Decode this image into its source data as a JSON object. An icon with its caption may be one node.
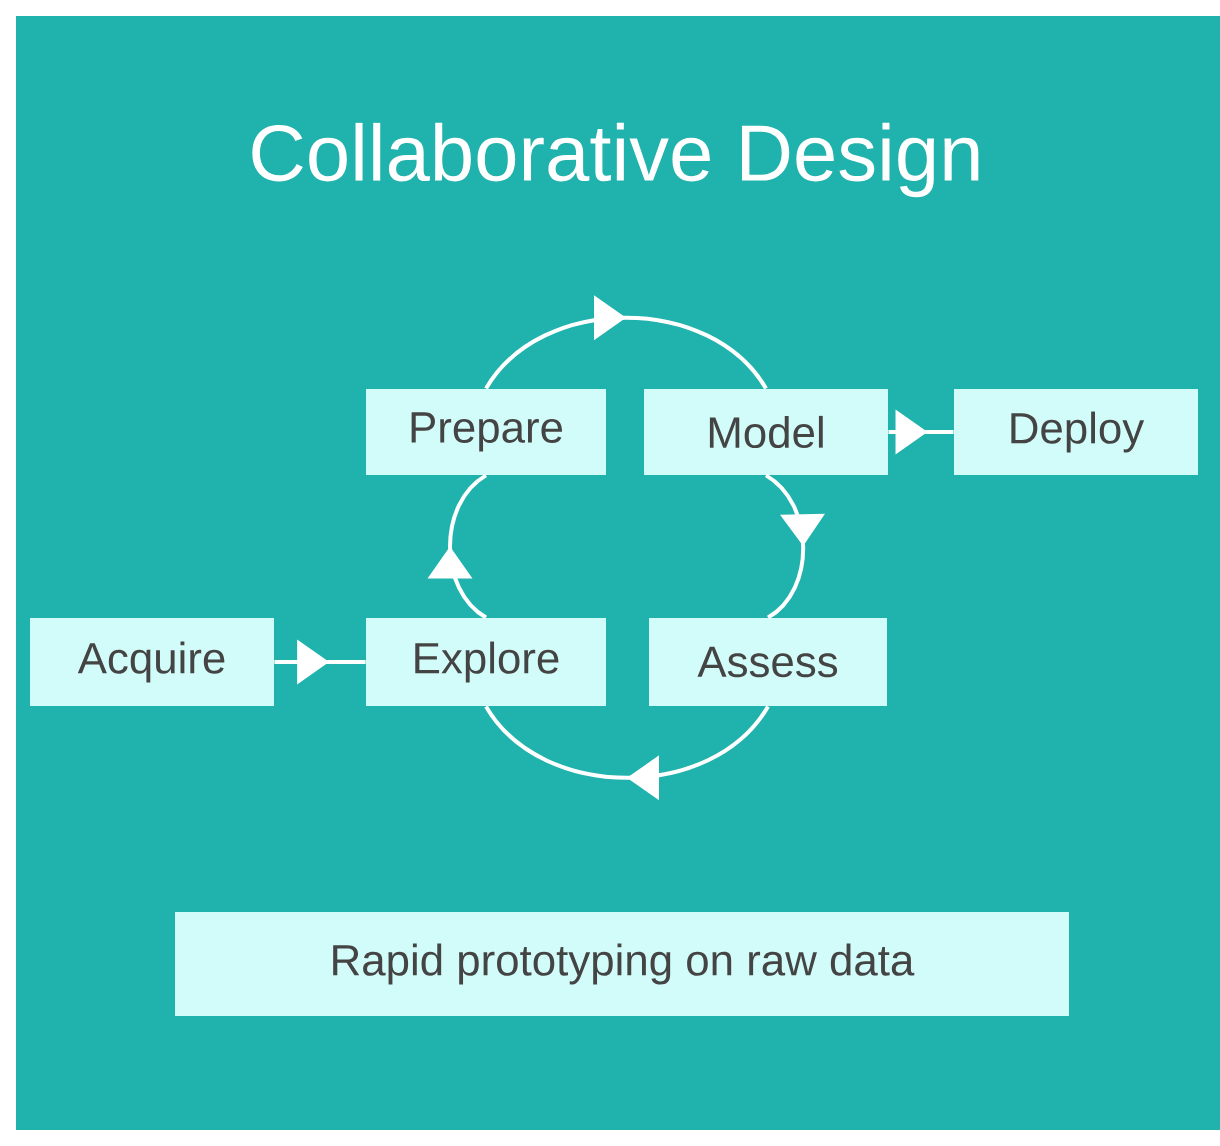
{
  "diagram": {
    "title": "Collaborative Design",
    "nodes": [
      {
        "text": [
          "Prepare"
        ]
      },
      {
        "text": [
          "Model"
        ]
      },
      {
        "text": [
          "Deploy"
        ]
      },
      {
        "text": [
          "Acquire"
        ]
      },
      {
        "text": [
          "Explore"
        ]
      },
      {
        "text": [
          "Assess"
        ]
      },
      {
        "text": [
          "Rapid prototyping on raw data"
        ]
      }
    ],
    "edges": [
      {
        "from": 0,
        "to": 1,
        "arrow": "to"
      },
      {
        "from": 1,
        "to": 5,
        "arrow": "to"
      },
      {
        "from": 5,
        "to": 4,
        "arrow": "to"
      },
      {
        "from": 4,
        "to": 0,
        "arrow": "to"
      },
      {
        "from": 1,
        "to": 2,
        "arrow": "to"
      },
      {
        "from": 3,
        "to": 4,
        "arrow": "to"
      }
    ]
  }
}
